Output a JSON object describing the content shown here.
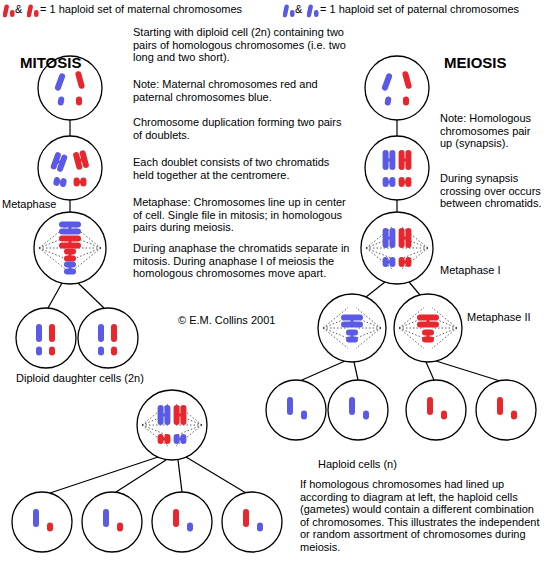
{
  "diagram": {
    "labels": [
      "&",
      "&",
      "MITOSIS",
      "MEIOSIS",
      "Starting with diploid cell (2n) containing two pairs of homologous chromosomes (i.e. two long and two short).",
      "Note: Maternal chromosomes red and paternal chromosomes blue.",
      "Chromosome duplication forming two pairs of doublets.",
      "Each doublet consists of two chromatids held together at the centromere.",
      "Metaphase: Chromosomes line up in center of cell. Single file in mitosis; in homologous pairs during meiosis.",
      "During anaphase the chromatids separate in mitosis. During anaphase I of meiosis the homologous chromosomes move apart.",
      "Note: Homologous chromosomes pair up (synapsis).",
      "During synapsis crossing over occurs between chromatids.",
      "Metaphase",
      "Metaphase I",
      "© E.M. Collins 2001",
      "Metaphase II",
      "Diploid daughter cells (2n)",
      "Haploid cells (n)",
      "If homologous chromosomes had lined up according to diagram at left, the haploid cells (gametes) would contain a different combination of chromosomes. This illustrates the independent or random assortment of chromosomes during meiosis."
    ],
    "legend": [
      {
        "text": "= 1 haploid set of maternal chromosomes",
        "color": "#e8262e"
      },
      {
        "text": "= 1 haploid set of paternal chromosomes",
        "color": "#5a5ae6"
      }
    ]
  }
}
